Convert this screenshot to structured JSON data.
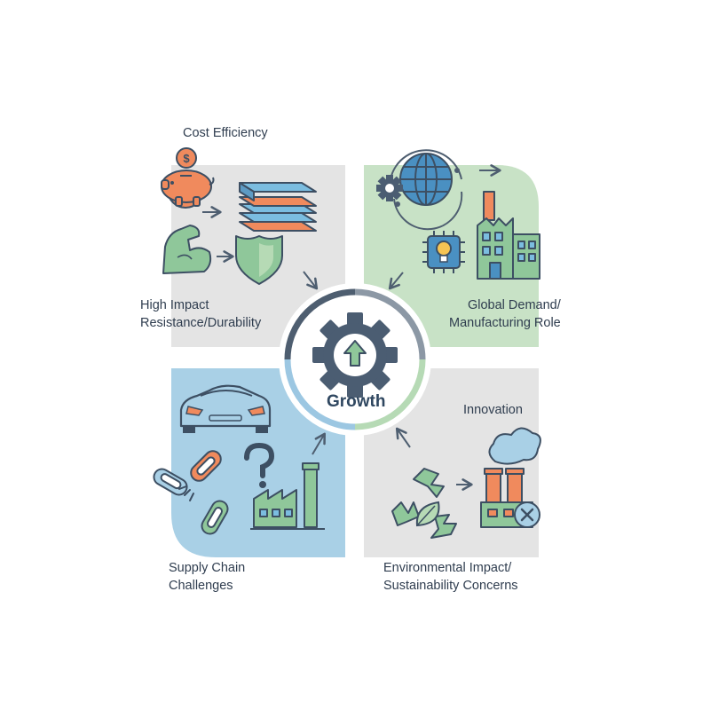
{
  "center": {
    "label": "Growth"
  },
  "quadrants": [
    {
      "id": "top-left",
      "color": "#e4e4e4",
      "labels": {
        "top": "Cost Efficiency",
        "bottom": [
          "High Impact",
          "Resistance/Durability"
        ]
      }
    },
    {
      "id": "top-right",
      "color": "#c8e2c6",
      "labels": {
        "bottom": [
          "Global Demand/",
          "Manufacturing Role"
        ]
      }
    },
    {
      "id": "bottom-left",
      "color": "#a9d0e6",
      "labels": {
        "bottom": [
          "Supply Chain",
          "Challenges"
        ]
      }
    },
    {
      "id": "bottom-right",
      "color": "#e4e4e4",
      "labels": {
        "top": "Innovation",
        "bottom": [
          "Environmental Impact/",
          "Sustainability Concerns"
        ]
      }
    }
  ],
  "colors": {
    "ink": "#3d4f63",
    "orange": "#f08a5d",
    "green": "#8fc79a",
    "blue": "#4a90c2"
  },
  "icons": [
    "piggy-bank-icon",
    "dollar-coin-icon",
    "sheet-layers-icon",
    "flexed-arm-icon",
    "shield-icon",
    "globe-icon",
    "gear-icon",
    "factory-icon",
    "chip-lightbulb-icon",
    "growth-gear-icon",
    "car-icon",
    "chain-link-icon",
    "question-mark-icon",
    "small-factory-icon",
    "recycle-icon",
    "leaf-icon",
    "smokestack-factory-icon",
    "cancel-x-icon",
    "smoke-cloud-icon"
  ]
}
